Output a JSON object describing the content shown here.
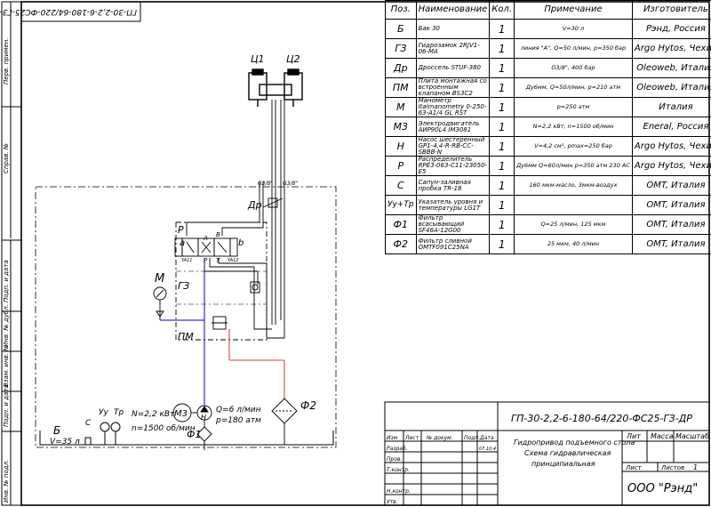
{
  "stamp_top": "ГП-30-2,2-6-180-64/220-ФС25-ГЗ-ДР",
  "side_labels": [
    "Перв. примен.",
    "Справ. №",
    "Подп. и дата",
    "Инв. № дубл.",
    "Взам. инв. №",
    "Подп. и дата",
    "Инв. № подл."
  ],
  "bom": {
    "headers": [
      "Поз.",
      "Наименование",
      "Кол.",
      "Примечание",
      "Изготовитель"
    ],
    "rows": [
      {
        "pos": "Б",
        "name": "Бак 30",
        "qty": "1",
        "note": "V=30 л",
        "mfr": "Рэнд, Россия"
      },
      {
        "pos": "ГЗ",
        "name": "Гидрозамок 2RJV1-06-MA",
        "qty": "1",
        "note": "линия \"A\", Q=50 л/мин, p=350 бар",
        "mfr": "Argo Hytos, Чехия"
      },
      {
        "pos": "Др",
        "name": "Дроссель STUF-380",
        "qty": "1",
        "note": "G3/8\", 400 бар",
        "mfr": "Oleoweb, Италия"
      },
      {
        "pos": "ПМ",
        "name": "Плита монтажная со встроенным клапаном BS3C2",
        "qty": "1",
        "note": "Ду6мм, Q=50л/мин, p=210 атм",
        "mfr": "Oleoweb, Италия"
      },
      {
        "pos": "М",
        "name": "Манометр Italmanometry 0-250-63-A1/4 GL RST",
        "qty": "1",
        "note": "p=250 атм",
        "mfr": "Италия"
      },
      {
        "pos": "М3",
        "name": "Электродвигатель АИР90L4 IM3081",
        "qty": "1",
        "note": "N=2,2 кВт, n=1500 об/мин",
        "mfr": "Eneral, Россия"
      },
      {
        "pos": "Н",
        "name": "Насос шестеренный GP1-4,4-R-RB-CC-SBBB-N",
        "qty": "1",
        "note": "V=4,2 см³, pmax=250 бар",
        "mfr": "Argo Hytos, Чехия"
      },
      {
        "pos": "Р",
        "name": "Распределитель RPE3-063-C11-23050-E5",
        "qty": "1",
        "note": "Ду6мм Q=60л/мин p=350 атм 230 AC",
        "mfr": "Argo Hytos, Чехия"
      },
      {
        "pos": "С",
        "name": "Сапун-заливная пробка TR-18",
        "qty": "1",
        "note": "160 мкм-масло, 3мкм-воздух",
        "mfr": "OMT, Италия"
      },
      {
        "pos": "Уу+Тр",
        "name": "Указатель уровня и температуры LG1T",
        "qty": "1",
        "note": "",
        "mfr": "OMT, Италия"
      },
      {
        "pos": "Ф1",
        "name": "Фильтр всасывающий SF46A-12G00",
        "qty": "1",
        "note": "Q=25 л/мин, 125 мкм",
        "mfr": "OMT, Италия"
      },
      {
        "pos": "Ф2",
        "name": "Фильтр сливной OMTF091C25NA",
        "qty": "1",
        "note": "25 мкм, 40 л/мин",
        "mfr": "OMT, Италия"
      }
    ]
  },
  "diagram": {
    "c1": "Ц1",
    "c2": "Ц2",
    "port1": "G3/8\"",
    "port2": "G3/8\"",
    "dr": "Др",
    "r": "Р",
    "a": "а",
    "b": "b",
    "pa": "A",
    "pb": "B",
    "pp": "P",
    "pt": "T",
    "ya1": "YA11",
    "ya2": "YA12",
    "gz": "ГЗ",
    "pm": "ПМ",
    "m": "М",
    "motor": "М3",
    "pump": "Н",
    "q": "Q=6 л/мин",
    "p": "p=180 атм",
    "n": "N=2,2 кВт",
    "rpm": "n=1500 об/мин",
    "uu": "Уу",
    "tr": "Тр",
    "c": "С",
    "f1": "Ф1",
    "f2": "Ф2",
    "b_tank": "Б",
    "v": "V=35 л"
  },
  "title_block": {
    "designation": "ГП-30-2,2-6-180-64/220-ФС25-ГЗ-ДР",
    "name_line1": "Гидропривод подъемного стола",
    "name_line2": "Схема гидравлическая",
    "name_line3": "принципиальная",
    "lit": "Лит",
    "mass": "Масса",
    "scale": "Масштаб",
    "sheet": "Лист",
    "sheets": "Листов",
    "sheets_count": "1",
    "company": "ООО \"Рэнд\"",
    "h_izm": "Изм",
    "h_list": "Лист",
    "h_doc": "№ докум.",
    "h_sign": "Подп.",
    "h_date": "Дата",
    "date_val": "07.10.4",
    "r_razrab": "Разраб.",
    "r_prov": "Пров.",
    "r_tkontr": "Т.контр.",
    "r_nkontr": "Н.контр.",
    "r_utv": "Утв."
  }
}
